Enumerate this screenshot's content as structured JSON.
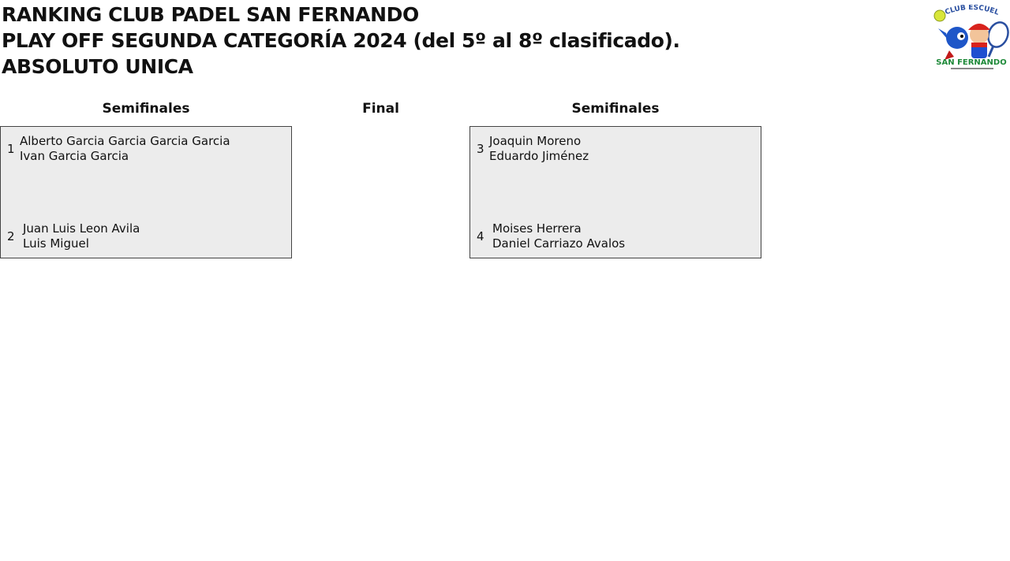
{
  "header": {
    "title_lines": [
      "RANKING CLUB PADEL SAN FERNANDO",
      "PLAY OFF SEGUNDA CATEGORÍA 2024 (del 5º al 8º clasificado).",
      "ABSOLUTO UNICA"
    ],
    "logo": {
      "text_top": "CLUB ESCUELA TENIS Y PADEL",
      "text_bottom": "SAN FERNANDO"
    }
  },
  "columns": {
    "left": "Semifinales",
    "center": "Final",
    "right": "Semifinales"
  },
  "matches": [
    {
      "entries": [
        {
          "seed": "1",
          "players": [
            "Alberto Garcia Garcia Garcia Garcia",
            "Ivan Garcia Garcia"
          ]
        },
        {
          "seed": "2",
          "players": [
            "Juan Luis Leon Avila",
            "Luis Miguel"
          ]
        }
      ]
    },
    {
      "entries": [
        {
          "seed": "3",
          "players": [
            "Joaquin Moreno",
            "Eduardo Jiménez"
          ]
        },
        {
          "seed": "4",
          "players": [
            "Moises Herrera",
            "Daniel Carriazo Avalos"
          ]
        }
      ]
    }
  ],
  "colors": {
    "box_background": "#ececec",
    "box_border": "#444444"
  }
}
